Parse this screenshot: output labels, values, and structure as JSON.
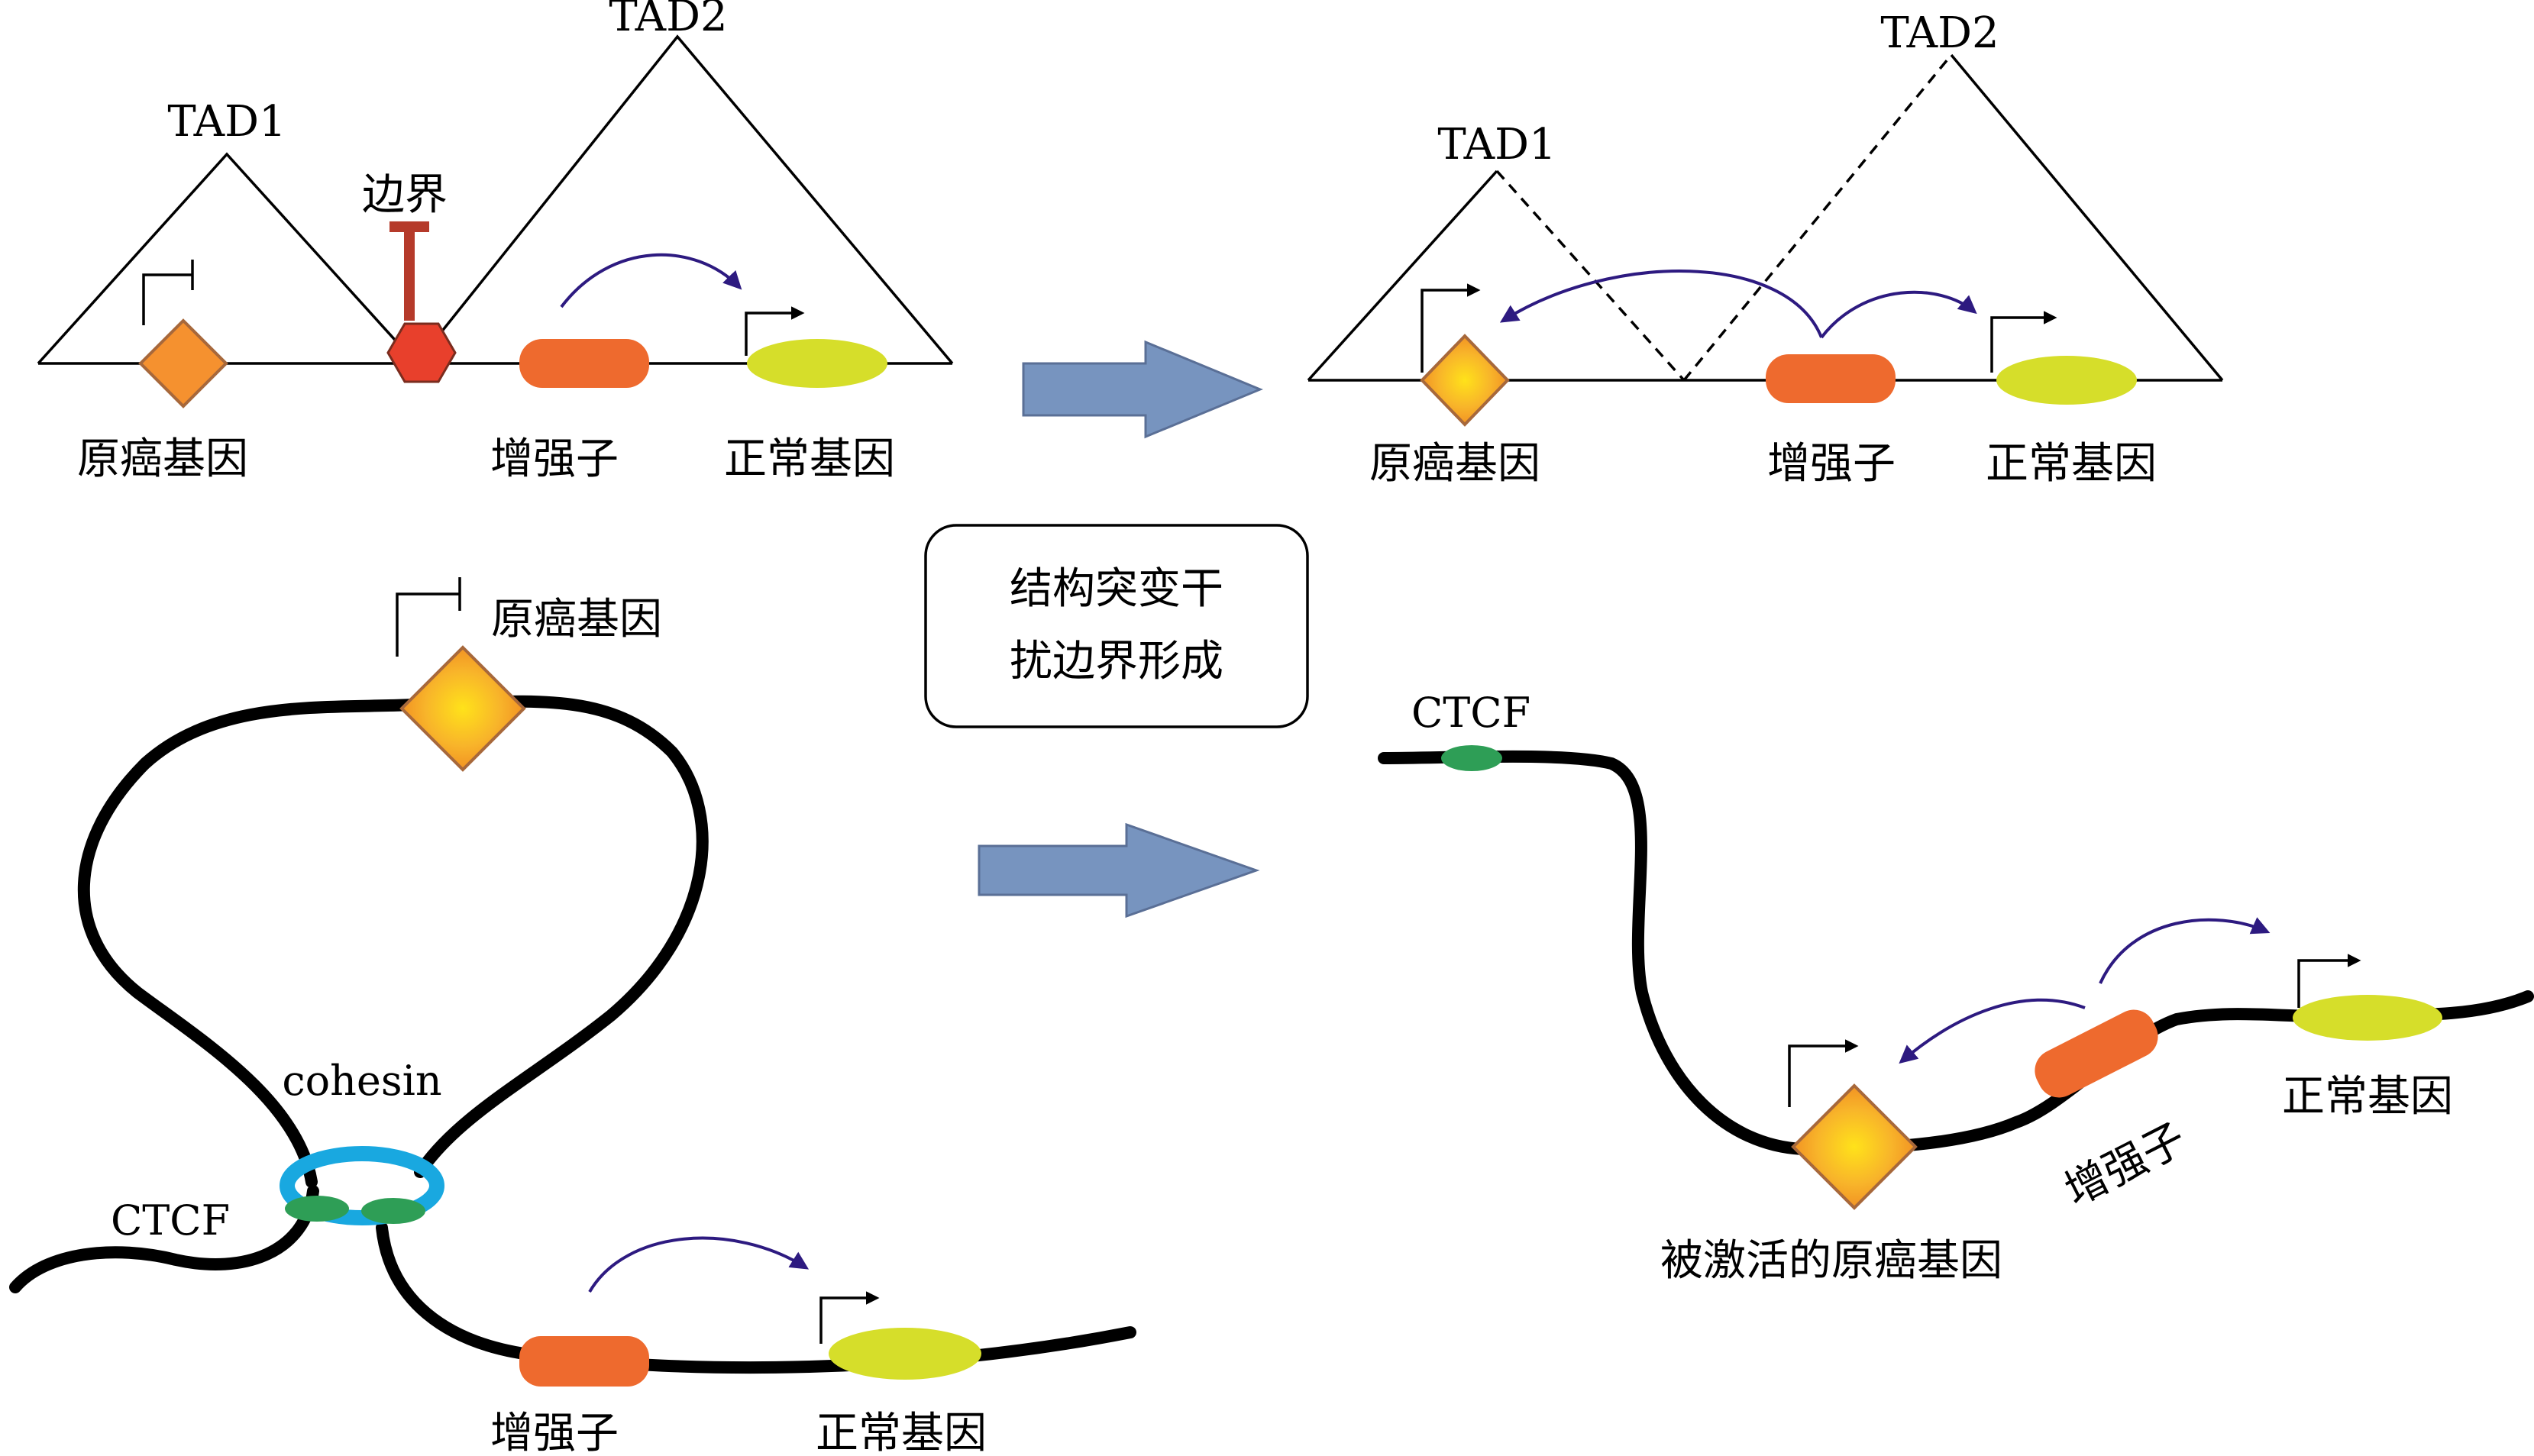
{
  "colors": {
    "oncogene_fill": "#f5a623",
    "oncogene_core": "#ffd21a",
    "oncogene_stroke": "#a7683b",
    "enhancer": "#ee6a2e",
    "normal_gene": "#d6de2a",
    "boundary": "#e8402c",
    "insulator_bar": "#b53a2a",
    "ctcf": "#2e9e56",
    "cohesin": "#19a8e0",
    "block_arrow": "#7794bf",
    "activation_arrow": "#2d1a80"
  },
  "top_left": {
    "tad1": "TAD1",
    "tad2": "TAD2",
    "boundary": "边界",
    "oncogene": "原癌基因",
    "enhancer": "增强子",
    "normal_gene": "正常基因"
  },
  "top_right": {
    "tad1": "TAD1",
    "tad2": "TAD2",
    "oncogene": "原癌基因",
    "enhancer": "增强子",
    "normal_gene": "正常基因"
  },
  "center_box": {
    "line1": "结构突变干",
    "line2": "扰边界形成"
  },
  "bottom_left": {
    "oncogene": "原癌基因",
    "cohesin": "cohesin",
    "ctcf": "CTCF",
    "enhancer": "增强子",
    "normal_gene": "正常基因"
  },
  "bottom_right": {
    "ctcf": "CTCF",
    "activated_oncogene": "被激活的原癌基因",
    "enhancer": "增强子",
    "normal_gene": "正常基因"
  }
}
